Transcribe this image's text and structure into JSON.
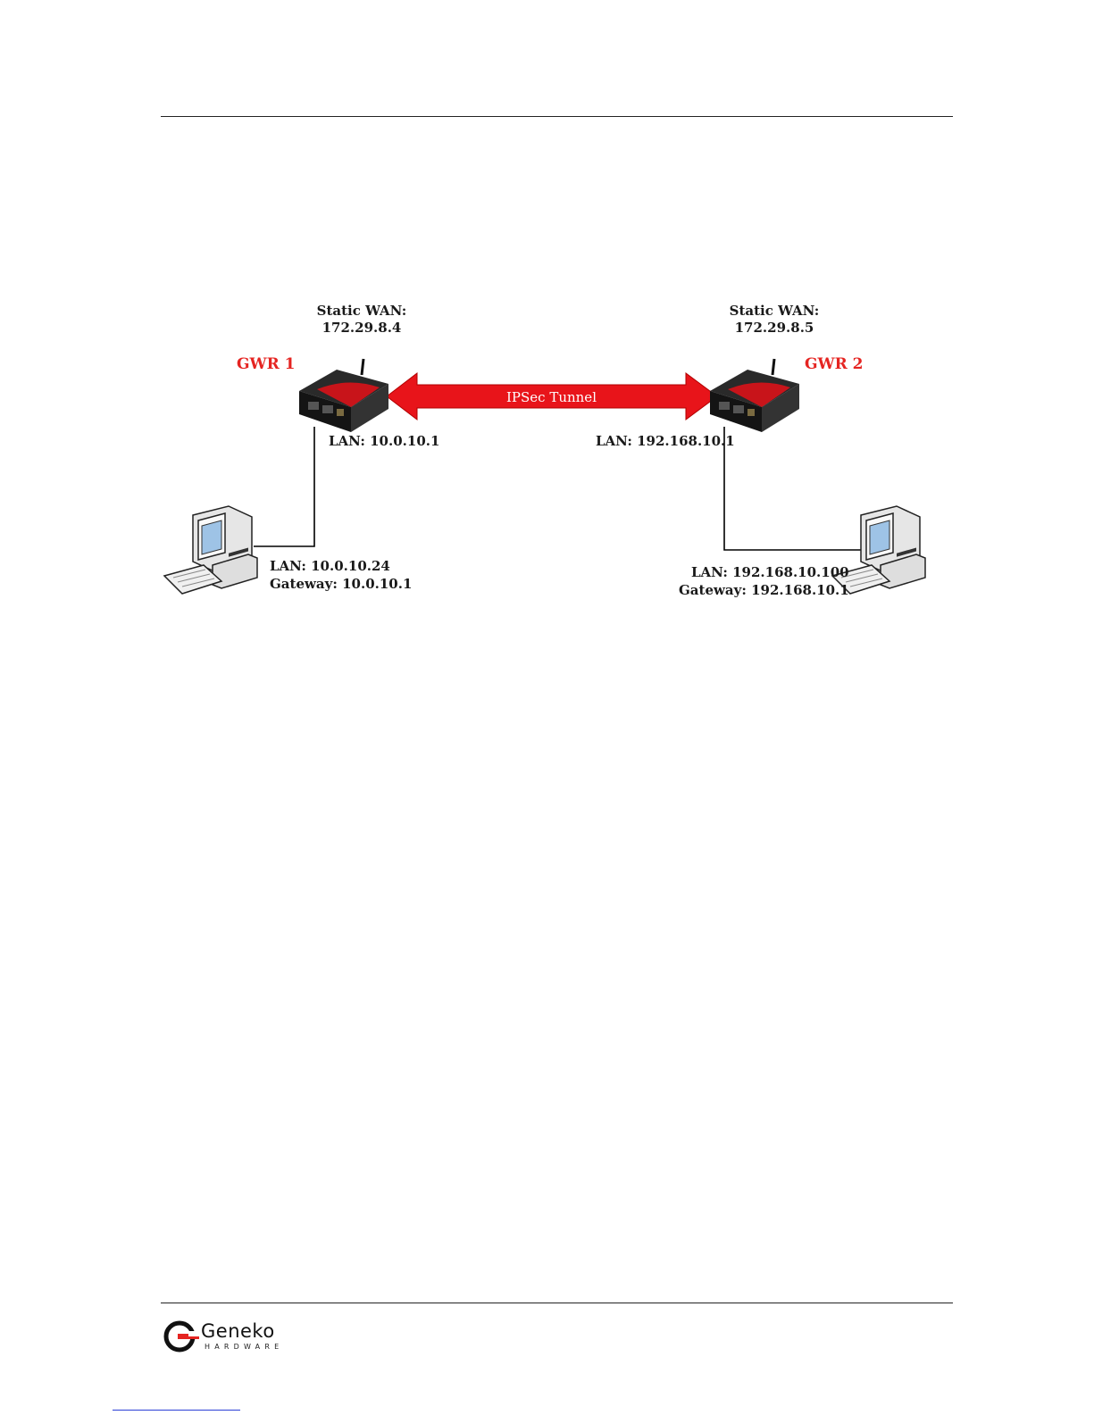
{
  "left": {
    "device_name": "GWR 1",
    "wan_label": "Static WAN:",
    "wan_ip": "172.29.8.4",
    "lan": "LAN: 10.0.10.1",
    "pc_lan": "LAN: 10.0.10.24",
    "pc_gateway": "Gateway: 10.0.10.1"
  },
  "right": {
    "device_name": "GWR 2",
    "wan_label": "Static WAN:",
    "wan_ip": "172.29.8.5",
    "lan": "LAN: 192.168.10.1",
    "pc_lan": "LAN: 192.168.10.100",
    "pc_gateway": "Gateway: 192.168.10.1"
  },
  "tunnel": {
    "label": "IPSec Tunnel"
  },
  "logo": {
    "name": "Geneko",
    "word": "Geneko",
    "sub": "HARDWARE"
  },
  "colors": {
    "accent_red": "#e52421",
    "router_body": "#1c1c1c",
    "arrow_fill": "#e8141a"
  }
}
